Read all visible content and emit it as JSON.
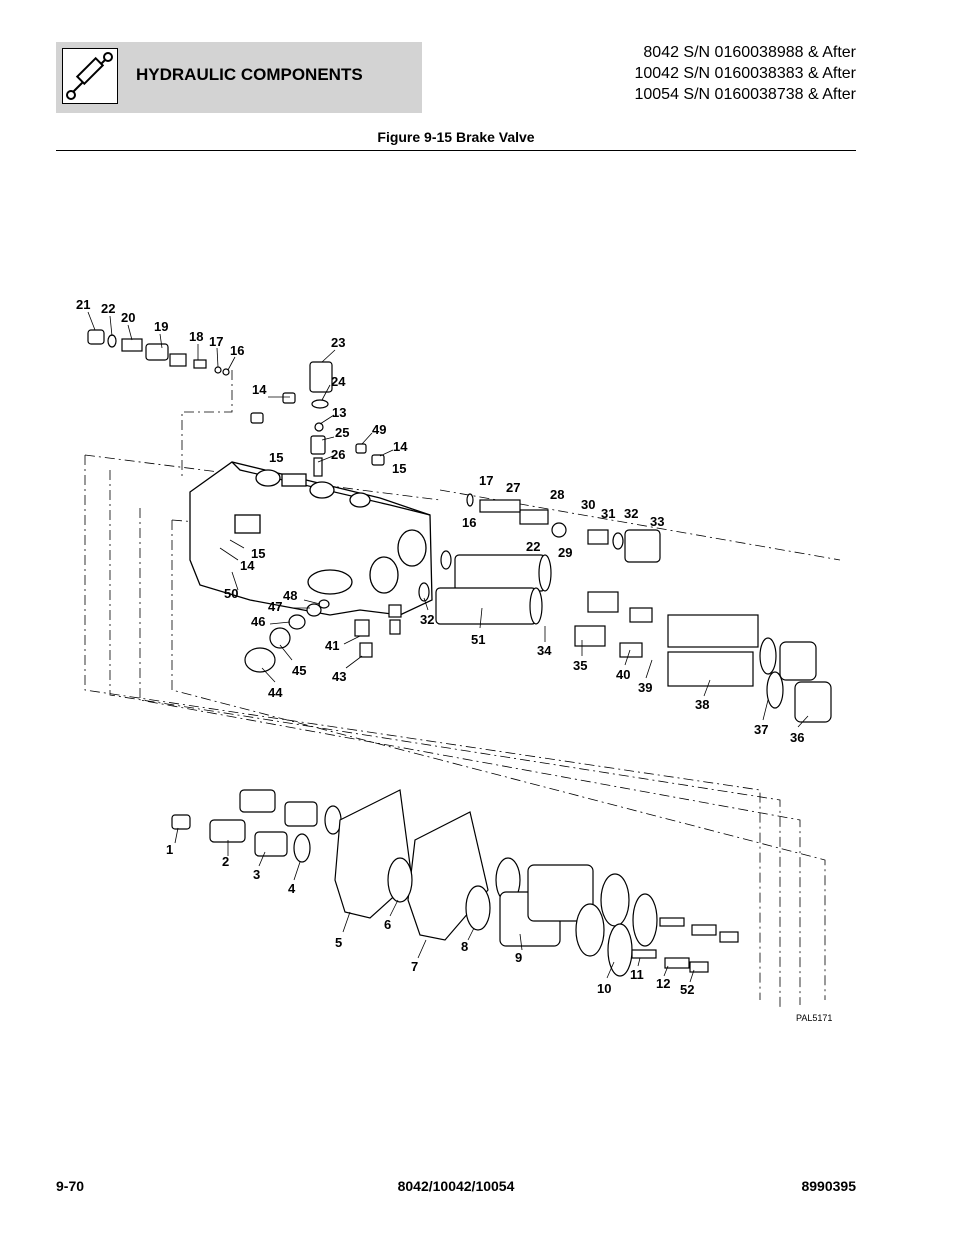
{
  "header": {
    "section_title": "HYDRAULIC COMPONENTS",
    "icon": "hydraulic-cylinder-icon",
    "serials": [
      "8042 S/N 0160038988 & After",
      "10042 S/N 0160038383 & After",
      "10054 S/N 0160038738 & After"
    ]
  },
  "figure": {
    "title": "Figure 9-15 Brake Valve",
    "drawing_code": "PAL5171",
    "callouts": [
      "21",
      "22",
      "20",
      "19",
      "18",
      "17",
      "16",
      "23",
      "24",
      "13",
      "25",
      "26",
      "14",
      "15",
      "49",
      "14",
      "15",
      "17",
      "27",
      "28",
      "30",
      "31",
      "32",
      "33",
      "16",
      "22",
      "29",
      "15",
      "14",
      "50",
      "48",
      "47",
      "46",
      "45",
      "44",
      "41",
      "43",
      "32",
      "51",
      "34",
      "35",
      "40",
      "39",
      "38",
      "37",
      "36",
      "1",
      "2",
      "3",
      "4",
      "5",
      "6",
      "7",
      "8",
      "9",
      "10",
      "11",
      "12",
      "52"
    ]
  },
  "footer": {
    "page_number": "9-70",
    "models": "8042/10042/10054",
    "doc_number": "8990395"
  }
}
